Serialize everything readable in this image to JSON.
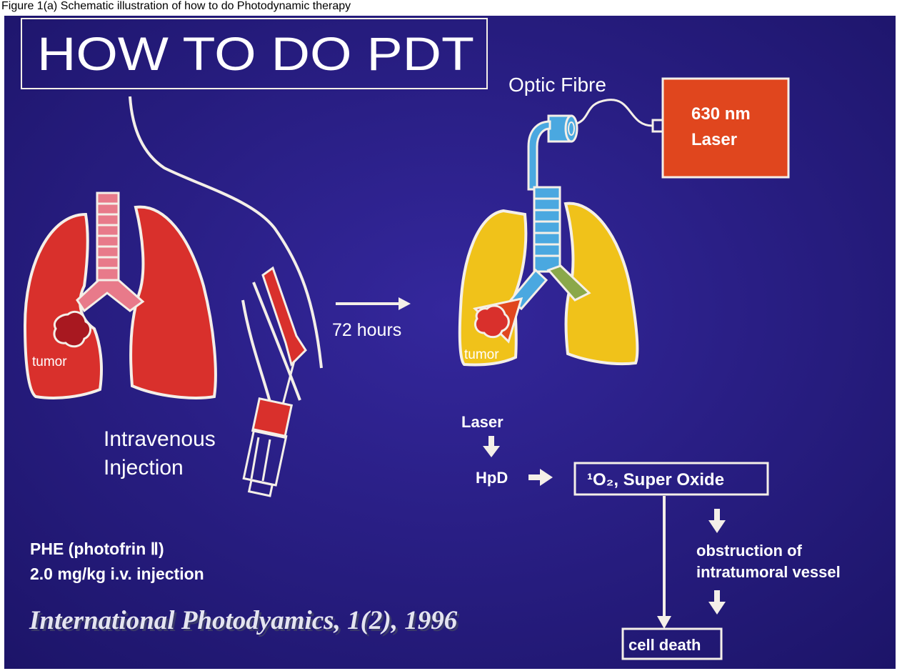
{
  "caption": "Figure 1(a) Schematic illustration of how to do Photodynamic therapy",
  "title": "HOW TO DO PDT",
  "labels": {
    "optic_fibre": "Optic Fibre",
    "laser_box_line1": "630 nm",
    "laser_box_line2": "Laser",
    "tumor_left": "tumor",
    "tumor_right": "tumor",
    "arrow_label": "72 hours",
    "injection_line1": "Intravenous",
    "injection_line2": "Injection",
    "laser_step": "Laser",
    "hpd": "HpD",
    "oxide_box": "¹O₂, Super Oxide",
    "obstruction_line1": "obstruction of",
    "obstruction_line2": "intratumoral vessel",
    "cell_death": "cell death",
    "dose_line1": "PHE (photofrin Ⅱ)",
    "dose_line2": "2.0 mg/kg  i.v. injection"
  },
  "citation": "International Photodyamics, 1(2), 1996",
  "colors": {
    "background": "#2a1f8e",
    "lung_left": "#d9302c",
    "lung_right": "#f0c21a",
    "laser_box": "#e0461e",
    "fibre": "#4aa8e0",
    "outline": "#f4efe8",
    "citation": "#d8d8e8"
  }
}
